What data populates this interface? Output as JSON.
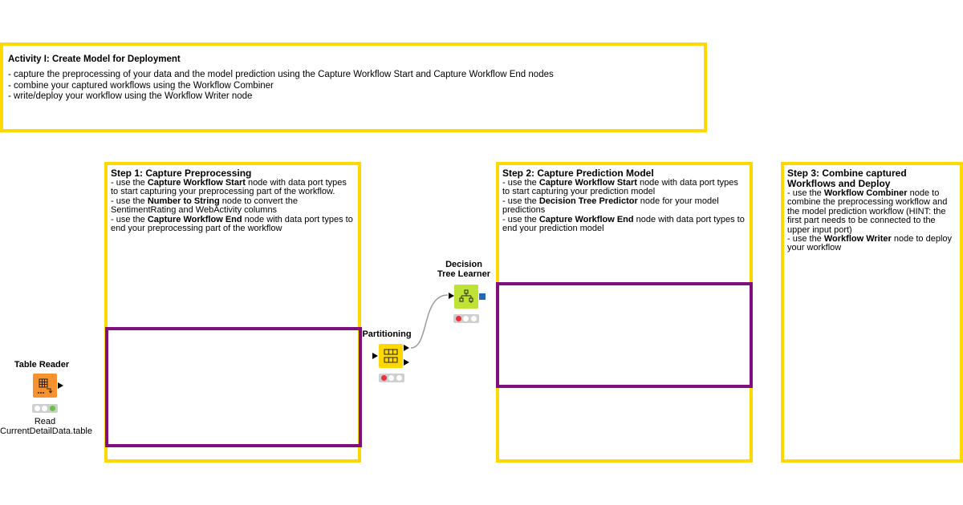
{
  "activity": {
    "title": "Activity I: Create Model for Deployment",
    "lines": [
      "- capture the preprocessing of your data and the model prediction using the Capture Workflow Start and Capture Workflow End nodes",
      "- combine your captured workflows using the Workflow Combiner",
      "- write/deploy your workflow using the Workflow Writer node"
    ]
  },
  "step1": {
    "title": "Step 1: Capture Preprocessing",
    "l1a": "- use the ",
    "l1b": "Capture Workflow Start",
    "l1c": " node with data port types to start capturing your preprocessing part of the workflow.",
    "l2a": "- use the ",
    "l2b": "Number to String",
    "l2c": " node to convert the SentimentRating and WebActivity columns",
    "l3a": "- use the ",
    "l3b": "Capture Workflow End",
    "l3c": " node with data port types to end your preprocessing part of the workflow"
  },
  "step2": {
    "title": "Step 2: Capture Prediction Model",
    "l1a": "- use the ",
    "l1b": "Capture Workflow Start",
    "l1c": " node with data port types to start capturing your prediction model",
    "l2a": "- use the ",
    "l2b": "Decision Tree Predictor",
    "l2c": " node for your model predictions",
    "l3a": "- use the ",
    "l3b": "Capture Workflow End",
    "l3c": " node with data port types to end your prediction model"
  },
  "step3": {
    "title": "Step 3: Combine captured Workflows and Deploy",
    "l1a": "- use the ",
    "l1b": "Workflow Combiner",
    "l1c": " node to combine the preprocessing workflow and the model prediction workflow (HINT: the first part needs to be connected to the upper input port)",
    "l2a": "- use the ",
    "l2b": "Workflow Writer",
    "l2c": " node to deploy your workflow"
  },
  "nodes": {
    "table_reader": {
      "label": "Table Reader",
      "sub1": "Read",
      "sub2": "CurrentDetailData.table",
      "icon": "table-grid-icon",
      "color": "#f7922f",
      "status": "green"
    },
    "partitioning": {
      "label": "Partitioning",
      "icon": "partition-icon",
      "color": "#ffd800",
      "status": "red"
    },
    "decision_tree_learner": {
      "label1": "Decision",
      "label2": "Tree Learner",
      "icon": "decision-tree-icon",
      "color": "#bfe236",
      "status": "red"
    }
  },
  "colors": {
    "annotation_border": "#ffd800",
    "component_border": "#7f0f7f",
    "status_red": "#e8303e",
    "status_green": "#6dbe45",
    "model_port": "#1f6ab4"
  }
}
